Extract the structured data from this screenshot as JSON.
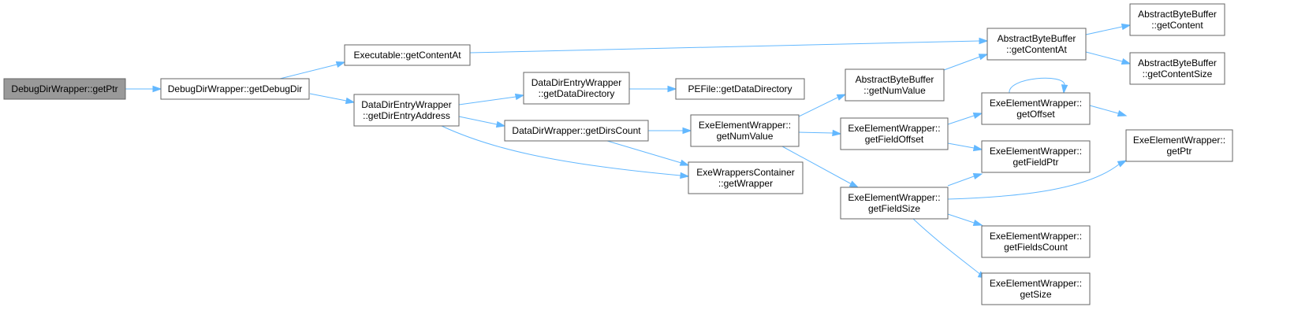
{
  "diagram": {
    "type": "call-graph",
    "colors": {
      "edge": "#63b8ff",
      "node_border": "#666666",
      "root_fill": "#999999",
      "node_fill": "#ffffff"
    },
    "nodes": [
      {
        "id": "n0",
        "lines": [
          "DebugDirWrapper::getPtr"
        ],
        "root": true
      },
      {
        "id": "n1",
        "lines": [
          "DebugDirWrapper::getDebugDir"
        ]
      },
      {
        "id": "n2",
        "lines": [
          "Executable::getContentAt"
        ]
      },
      {
        "id": "n3",
        "lines": [
          "DataDirEntryWrapper",
          "::getDirEntryAddress"
        ]
      },
      {
        "id": "n4",
        "lines": [
          "AbstractByteBuffer",
          "::getContentAt"
        ]
      },
      {
        "id": "n5",
        "lines": [
          "AbstractByteBuffer",
          "::getContent"
        ]
      },
      {
        "id": "n6",
        "lines": [
          "AbstractByteBuffer",
          "::getContentSize"
        ]
      },
      {
        "id": "n7",
        "lines": [
          "DataDirEntryWrapper",
          "::getDataDirectory"
        ]
      },
      {
        "id": "n8",
        "lines": [
          "DataDirWrapper::getDirsCount"
        ]
      },
      {
        "id": "n9",
        "lines": [
          "ExeWrappersContainer",
          "::getWrapper"
        ]
      },
      {
        "id": "n10",
        "lines": [
          "PEFile::getDataDirectory"
        ]
      },
      {
        "id": "n11",
        "lines": [
          "ExeElementWrapper::",
          "getNumValue"
        ]
      },
      {
        "id": "n12",
        "lines": [
          "AbstractByteBuffer",
          "::getNumValue"
        ]
      },
      {
        "id": "n13",
        "lines": [
          "ExeElementWrapper::",
          "getFieldOffset"
        ]
      },
      {
        "id": "n14",
        "lines": [
          "ExeElementWrapper::",
          "getFieldSize"
        ]
      },
      {
        "id": "n15",
        "lines": [
          "ExeElementWrapper::",
          "getOffset"
        ]
      },
      {
        "id": "n16",
        "lines": [
          "ExeElementWrapper::",
          "getFieldPtr"
        ]
      },
      {
        "id": "n17",
        "lines": [
          "ExeElementWrapper::",
          "getPtr"
        ]
      },
      {
        "id": "n18",
        "lines": [
          "ExeElementWrapper::",
          "getFieldsCount"
        ]
      },
      {
        "id": "n19",
        "lines": [
          "ExeElementWrapper::",
          "getSize"
        ]
      }
    ],
    "edges": [
      [
        "n0",
        "n1"
      ],
      [
        "n1",
        "n2"
      ],
      [
        "n1",
        "n3"
      ],
      [
        "n2",
        "n4"
      ],
      [
        "n4",
        "n5"
      ],
      [
        "n4",
        "n6"
      ],
      [
        "n3",
        "n7"
      ],
      [
        "n3",
        "n8"
      ],
      [
        "n3",
        "n9"
      ],
      [
        "n7",
        "n10"
      ],
      [
        "n8",
        "n11"
      ],
      [
        "n8",
        "n9"
      ],
      [
        "n11",
        "n12"
      ],
      [
        "n12",
        "n4"
      ],
      [
        "n11",
        "n13"
      ],
      [
        "n11",
        "n14"
      ],
      [
        "n13",
        "n15"
      ],
      [
        "n13",
        "n16"
      ],
      [
        "n15",
        "n15"
      ],
      [
        "n15",
        "n17"
      ],
      [
        "n14",
        "n16"
      ],
      [
        "n14",
        "n17"
      ],
      [
        "n14",
        "n18"
      ],
      [
        "n14",
        "n19"
      ]
    ]
  }
}
